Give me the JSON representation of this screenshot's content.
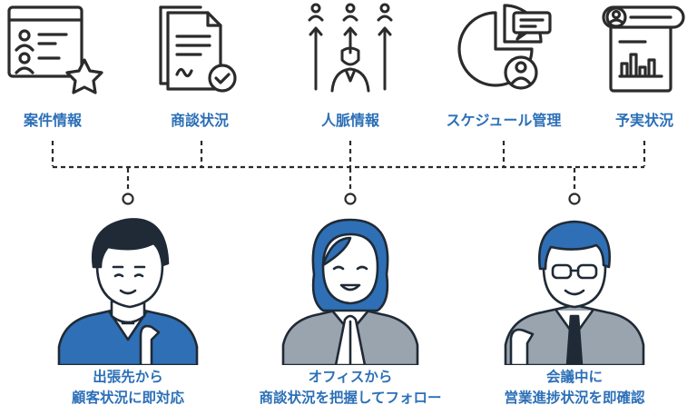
{
  "features": [
    {
      "label": "案件情報",
      "icon": "user-list-star-icon"
    },
    {
      "label": "商談状況",
      "icon": "document-check-icon"
    },
    {
      "label": "人脈情報",
      "icon": "network-people-icon"
    },
    {
      "label": "スケジュール管理",
      "icon": "pie-chat-person-icon"
    },
    {
      "label": "予実状況",
      "icon": "report-chart-icon"
    }
  ],
  "people": [
    {
      "line1": "出張先から",
      "line2": "顧客状況に即対応",
      "icon": "businessman-thinking-icon"
    },
    {
      "line1": "オフィスから",
      "line2": "商談状況を把握してフォロー",
      "icon": "woman-office-icon"
    },
    {
      "line1": "会議中に",
      "line2": "営業進捗状況を即確認",
      "icon": "man-glasses-icon"
    }
  ],
  "colors": {
    "label_blue": "#2c6fb7",
    "line": "#2b2b2b",
    "suit_blue": "#2f6fb5",
    "suit_gray": "#9aa4ae",
    "hair": "#1f2a36"
  }
}
